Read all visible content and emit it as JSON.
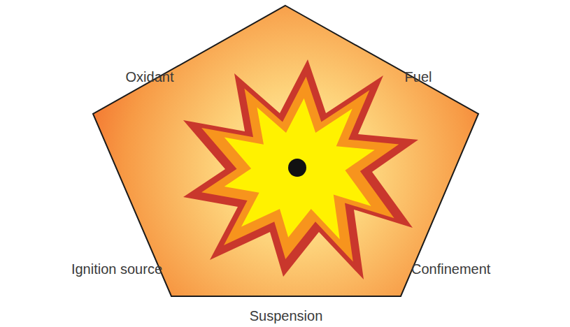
{
  "diagram": {
    "labels": [
      "Oxidant",
      "Fuel",
      "Ignition source",
      "Confinement",
      "Suspension"
    ]
  }
}
